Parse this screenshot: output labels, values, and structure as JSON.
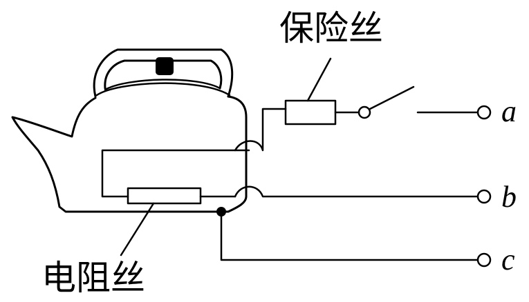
{
  "labels": {
    "fuse": "保险丝",
    "resistor": "电阻丝",
    "terminal_a": "a",
    "terminal_b": "b",
    "terminal_c": "c"
  },
  "colors": {
    "line": "#000000",
    "background": "#ffffff"
  }
}
